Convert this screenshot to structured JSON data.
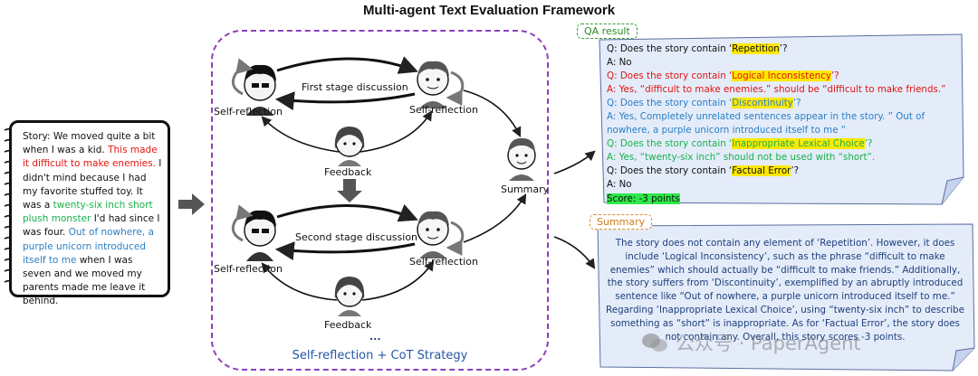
{
  "title": "Multi-agent Text Evaluation Framework",
  "story": {
    "segments": [
      {
        "text": "Story: We moved quite a bit when I was a kid. ",
        "color": "black"
      },
      {
        "text": "This made it difficult to make enemies.",
        "color": "red"
      },
      {
        "text": " I didn't mind because I had my favorite stuffed toy. It was a ",
        "color": "black"
      },
      {
        "text": "twenty-six inch short plush monster",
        "color": "green"
      },
      {
        "text": " I'd had since I was four. ",
        "color": "black"
      },
      {
        "text": "Out of nowhere, a purple unicorn introduced itself to me",
        "color": "blue"
      },
      {
        "text": " when I was seven and we moved my parents made me leave it behind.",
        "color": "black"
      }
    ]
  },
  "center": {
    "labels": {
      "self_reflection_tl": "Self-reflection",
      "self_reflection_tr": "Self-reflection",
      "first_stage": "First stage discussion",
      "feedback_1": "Feedback",
      "summary": "Summary",
      "self_reflection_bl": "Self-reflection",
      "self_reflection_br": "Self-reflection",
      "second_stage": "Second stage discussion",
      "feedback_2": "Feedback",
      "ellipsis": "...",
      "strategy": "Self-reflection + CoT Strategy"
    }
  },
  "qa": {
    "tag": "QA result",
    "lines": [
      {
        "pre": "Q: Does the story contain ‘",
        "hl": "Repetition",
        "post": "’?",
        "color": "black",
        "hl_type": "yellow"
      },
      {
        "pre": "A: No",
        "hl": "",
        "post": "",
        "color": "black",
        "hl_type": ""
      },
      {
        "pre": "Q: Does the story contain ‘",
        "hl": "Logical Inconsistency",
        "post": "’?",
        "color": "red",
        "hl_type": "yellow"
      },
      {
        "pre": "A: Yes, “difficult to make enemies.” should be “difficult to make friends.”",
        "hl": "",
        "post": "",
        "color": "red",
        "hl_type": ""
      },
      {
        "pre": "Q: Does the story contain ‘",
        "hl": "Discontinuity",
        "post": "’?",
        "color": "blue",
        "hl_type": "yellow"
      },
      {
        "pre": "A: Yes, Completely unrelated sentences appear in the story. ” Out of",
        "hl": "",
        "post": "",
        "color": "blue",
        "hl_type": ""
      },
      {
        "pre": "nowhere, a purple unicorn introduced itself to me “",
        "hl": "",
        "post": "",
        "color": "blue",
        "hl_type": ""
      },
      {
        "pre": "Q: Does the story contain ‘",
        "hl": "Inappropriate Lexical Choice",
        "post": "’?",
        "color": "green",
        "hl_type": "yellow"
      },
      {
        "pre": "A: Yes, “twenty-six inch” should not be used with “short”.",
        "hl": "",
        "post": "",
        "color": "green",
        "hl_type": ""
      },
      {
        "pre": "Q: Does the story contain ‘",
        "hl": "Factual Error",
        "post": "’?",
        "color": "black",
        "hl_type": "yellow"
      },
      {
        "pre": "A: No",
        "hl": "",
        "post": "",
        "color": "black",
        "hl_type": ""
      },
      {
        "pre": "",
        "hl": "Score: -3 points",
        "post": "",
        "color": "black",
        "hl_type": "green"
      }
    ]
  },
  "summary": {
    "tag": "Summary",
    "text": "The story does not contain any element of ‘Repetition’. However, it does include ‘Logical Inconsistency’, such as the phrase “difficult to make enemies” which should actually be “difficult to make friends.” Additionally, the story suffers from ‘Discontinuity’, exemplified by an abruptly introduced sentence like “Out of nowhere, a purple unicorn introduced itself to me.” Regarding ‘Inappropriate Lexical Choice’, using “twenty-six inch” to describe something as “short” is inappropriate. As for ‘Factual Error’, the story does not contain any. Overall, this story scores -3 points."
  },
  "watermark": {
    "icon": "wechat-icon",
    "text": "公众号 · PaperAgent"
  },
  "colors": {
    "red": "#e3140e",
    "green": "#18b24a",
    "blue": "#2a7fc4",
    "purple_dash": "#8e3fbd",
    "note_fill": "#e4ecfa",
    "highlight": "#ffe800",
    "score_highlight": "#2ee84a",
    "summary_text": "#1d3f7a"
  }
}
